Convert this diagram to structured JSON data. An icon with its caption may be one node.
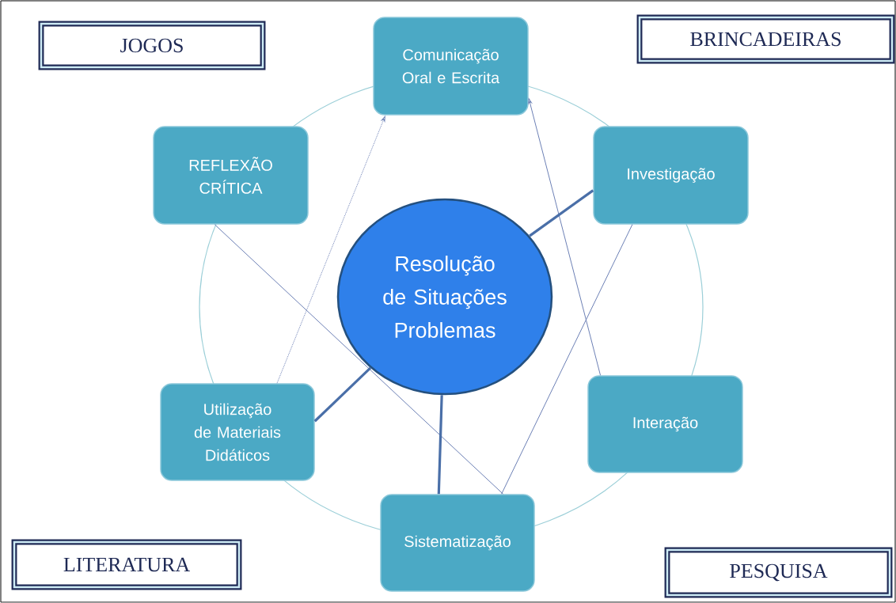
{
  "diagram": {
    "nodes": [
      {
        "text": [
          "JOGOS"
        ]
      },
      {
        "text": [
          "Comunicação Oral e Escrita"
        ]
      },
      {
        "text": [
          "BRINCADEIRAS"
        ]
      },
      {
        "text": [
          "REFLEXÃO CRÍTICA"
        ]
      },
      {
        "text": [
          "Investigação"
        ]
      },
      {
        "text": [
          "Resolução de Situações Problemas"
        ]
      },
      {
        "text": [
          "Interação"
        ]
      },
      {
        "text": [
          "Utilização de Materiais Didáticos"
        ]
      },
      {
        "text": [
          "LITERATURA"
        ]
      },
      {
        "text": [
          "Sistematização"
        ]
      },
      {
        "text": [
          "PESQUISA"
        ]
      }
    ],
    "edges": [
      {
        "from": 7,
        "to": 1,
        "arrow": "to",
        "style": "dashed"
      },
      {
        "from": 6,
        "to": 1,
        "arrow": "to"
      },
      {
        "from": 4,
        "to": 9,
        "arrow": "none"
      },
      {
        "from": 3,
        "to": 9,
        "arrow": "none"
      },
      {
        "from": 5,
        "to": 4,
        "arrow": "none",
        "style": "thick"
      },
      {
        "from": 5,
        "to": 7,
        "arrow": "none",
        "style": "thick"
      },
      {
        "from": 5,
        "to": 9,
        "arrow": "none",
        "style": "thick"
      }
    ]
  }
}
